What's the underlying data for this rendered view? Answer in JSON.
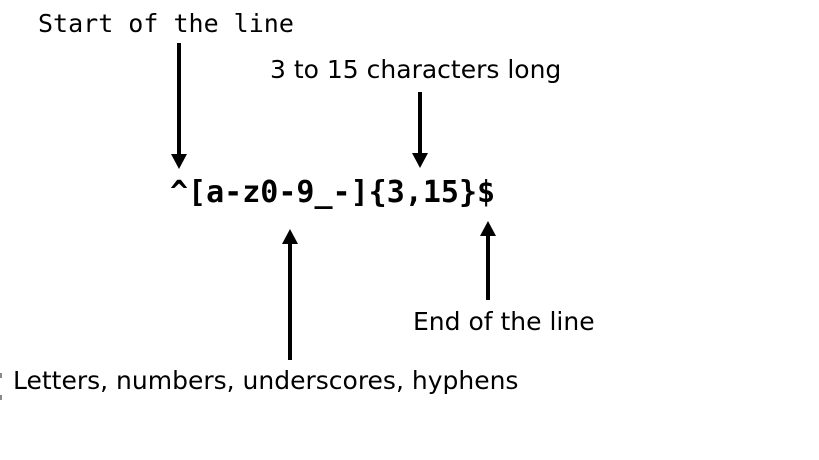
{
  "colors": {
    "ink": "#000000",
    "background": "#ffffff",
    "edge_artifact": "#8a8a8a"
  },
  "regex": {
    "pattern": "^[a-z0-9_-]{3,15}$"
  },
  "labels": {
    "start_of_line": "Start of the line",
    "length": "3 to 15 characters long",
    "end_of_line": "End of the line",
    "char_class": "Letters, numbers, underscores, hyphens"
  },
  "arrows": [
    {
      "icon": "arrow-down-icon",
      "from_label": "start_of_line",
      "points_to": "^"
    },
    {
      "icon": "arrow-down-icon",
      "from_label": "length",
      "points_to": "{3,15}"
    },
    {
      "icon": "arrow-up-icon",
      "from_label": "end_of_line",
      "points_to": "$"
    },
    {
      "icon": "arrow-up-icon",
      "from_label": "char_class",
      "points_to": "[a-z0-9_-]"
    }
  ]
}
